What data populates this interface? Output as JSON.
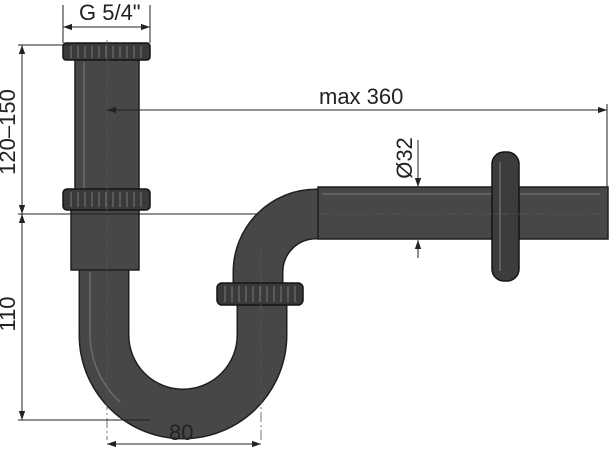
{
  "dimensions": {
    "thread": "G 5/4\"",
    "height_upper": "120–150",
    "height_lower": "110",
    "max_length": "max 360",
    "diameter": "Ø32",
    "offset": "80"
  },
  "colors": {
    "pipe": "#474747",
    "outline": "#1f1f1f",
    "line": "#222222"
  }
}
